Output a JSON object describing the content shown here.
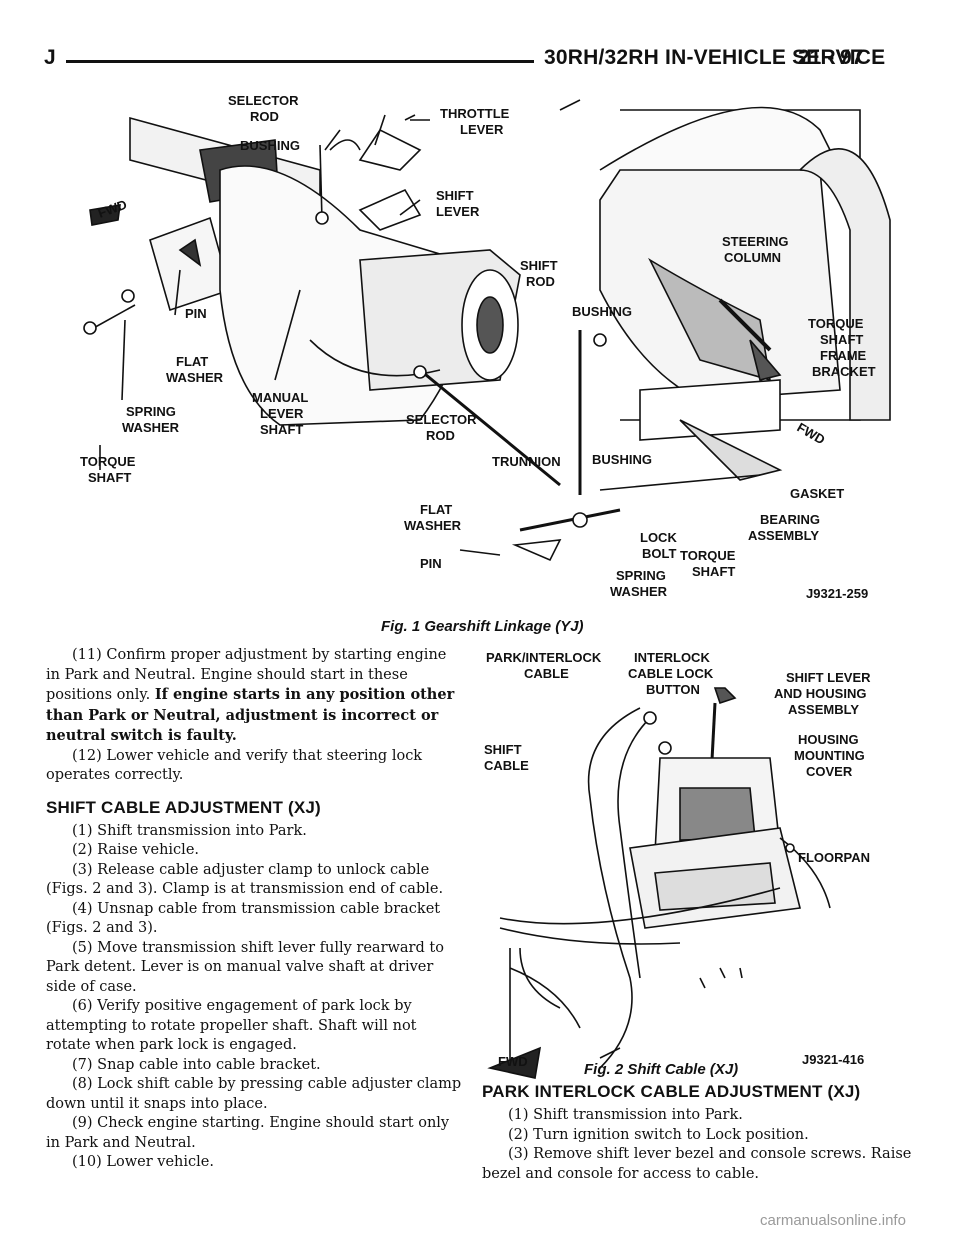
{
  "header": {
    "letter": "J",
    "title": "30RH/32RH IN-VEHICLE SERVICE",
    "page": "21 - 97"
  },
  "fig1": {
    "caption": "Fig. 1 Gearshift Linkage (YJ)",
    "ref": "J9321-259",
    "labels": {
      "selector_rod_top_1": "SELECTOR",
      "selector_rod_top_2": "ROD",
      "throttle_1": "THROTTLE",
      "throttle_2": "LEVER",
      "bushing_top": "BUSHING",
      "shift_lever_1": "SHIFT",
      "shift_lever_2": "LEVER",
      "pin_left": "PIN",
      "flat_washer_left_1": "FLAT",
      "flat_washer_left_2": "WASHER",
      "spring_washer_left_1": "SPRING",
      "spring_washer_left_2": "WASHER",
      "torque_shaft_left_1": "TORQUE",
      "torque_shaft_left_2": "SHAFT",
      "manual_lever_1": "MANUAL",
      "manual_lever_2": "LEVER",
      "manual_lever_3": "SHAFT",
      "steering_1": "STEERING",
      "steering_2": "COLUMN",
      "shift_rod_1": "SHIFT",
      "shift_rod_2": "ROD",
      "bushing_mid": "BUSHING",
      "torque_frame_1": "TORQUE",
      "torque_frame_2": "SHAFT",
      "torque_frame_3": "FRAME",
      "torque_frame_4": "BRACKET",
      "selector_rod_low_1": "SELECTOR",
      "selector_rod_low_2": "ROD",
      "trunnion": "TRUNNION",
      "bushing_low": "BUSHING",
      "gasket": "GASKET",
      "bearing_1": "BEARING",
      "bearing_2": "ASSEMBLY",
      "flat_washer_low_1": "FLAT",
      "flat_washer_low_2": "WASHER",
      "lock_bolt_1": "LOCK",
      "lock_bolt_2": "BOLT",
      "torque_low_1": "TORQUE",
      "torque_low_2": "SHAFT",
      "pin_low": "PIN",
      "spring_low_1": "SPRING",
      "spring_low_2": "WASHER",
      "fwd": "FWD"
    }
  },
  "fig2": {
    "caption": "Fig. 2 Shift Cable (XJ)",
    "ref": "J9321-416",
    "labels": {
      "park_1": "PARK/INTERLOCK",
      "park_2": "CABLE",
      "interlock_1": "INTERLOCK",
      "interlock_2": "CABLE LOCK",
      "interlock_3": "BUTTON",
      "shift_lever_1": "SHIFT LEVER",
      "shift_lever_2": "AND HOUSING",
      "shift_lever_3": "ASSEMBLY",
      "housing_1": "HOUSING",
      "housing_2": "MOUNTING",
      "housing_3": "COVER",
      "shift_cable_1": "SHIFT",
      "shift_cable_2": "CABLE",
      "floorpan": "FLOORPAN",
      "fwd": "FWD"
    }
  },
  "left_column": {
    "p11_a": "(11) Confirm proper adjustment by starting engine in Park and Neutral. Engine should start in these positions only. ",
    "p11_b": "If engine starts in any position other than Park or Neutral, adjustment is incorrect or neutral switch is faulty.",
    "p12": "(12) Lower vehicle and verify that steering lock operates correctly.",
    "section": "SHIFT CABLE ADJUSTMENT (XJ)",
    "steps": [
      "(1) Shift transmission into Park.",
      "(2) Raise vehicle.",
      "(3) Release cable adjuster clamp to unlock cable (Figs. 2 and 3). Clamp is at transmission end of cable.",
      "(4) Unsnap cable from transmission cable bracket (Figs. 2 and 3).",
      "(5) Move transmission shift lever fully rearward to Park detent. Lever is on manual valve shaft at driver side of case.",
      "(6) Verify positive engagement of park lock by attempting to rotate propeller shaft. Shaft will not rotate when park lock is engaged.",
      "(7) Snap cable into cable bracket.",
      "(8) Lock shift cable by pressing cable adjuster clamp down until it snaps into place.",
      "(9) Check engine starting. Engine should start only in Park and Neutral.",
      "(10) Lower vehicle."
    ]
  },
  "right_column": {
    "section": "PARK INTERLOCK CABLE ADJUSTMENT (XJ)",
    "steps": [
      "(1) Shift transmission into Park.",
      "(2) Turn ignition switch to Lock position.",
      "(3) Remove shift lever bezel and console screws. Raise bezel and console for access to cable."
    ]
  },
  "watermark": "carmanualsonline.info"
}
